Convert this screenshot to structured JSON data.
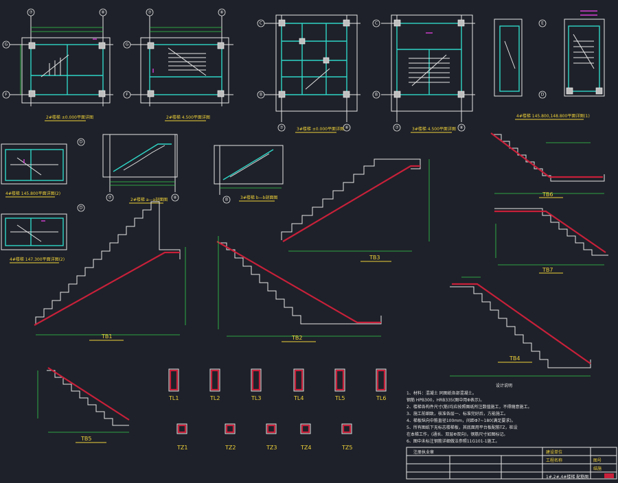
{
  "plans": [
    {
      "title": "2#楼梯 ±0.000平面详图",
      "axes": [
        "⑦",
        "⑧",
        "G",
        "F"
      ]
    },
    {
      "title": "2#楼梯 4.500平面详图",
      "axes": [
        "⑦",
        "⑧",
        "G",
        "F"
      ]
    },
    {
      "title": "3#楼梯 ±0.000平面详图",
      "axes": [
        "⑦",
        "⑧",
        "C",
        "B"
      ]
    },
    {
      "title": "3#楼梯 4.500平面详图",
      "axes": [
        "⑦",
        "⑧",
        "C",
        "B"
      ]
    },
    {
      "title": "4#楼梯 145.800,148.800平面详图(1)",
      "axes": [
        "E",
        "D"
      ]
    }
  ],
  "left_plans": [
    {
      "title": "4#楼梯 145.800平面详图(2)",
      "axis": "D"
    },
    {
      "title": "4#楼梯 147.300平面详图(2)",
      "axis": "D"
    }
  ],
  "sections": [
    {
      "title": "2#楼梯 a—a剖面图",
      "axes": [
        "⑦",
        "⑧"
      ]
    },
    {
      "title": "3#楼梯 b—b剖面图",
      "axes": [
        "B"
      ]
    }
  ],
  "stair_labels": [
    "TB1",
    "TB2",
    "TB3",
    "TB4",
    "TB5",
    "TB6",
    "TB7"
  ],
  "beam_labels": [
    "TL1",
    "TL2",
    "TL3",
    "TL4",
    "TL5",
    "TL6"
  ],
  "column_labels": [
    "TZ1",
    "TZ2",
    "TZ3",
    "TZ4",
    "TZ5"
  ],
  "notes_title": "设计说明",
  "notes": [
    "1、材料：混凝土  同图纸各部混凝土。",
    "   钢筋  HPB300，HRB335(图中用Φ表示)。",
    "2、楼梯各构件尺寸(筋)均应按照图纸所注数值施工，不得随意施工。",
    "3、施工前细致，核准各层一、标准完好后，方能施工。",
    "4、梯板纵向中筋直径100mm，间距Φ7~180(满足要求)。",
    "5、所有图纸下无标志楼梯板，其底面用平台板配筋TZ，桩设",
    "   在本梯工作，(通长、双层Φ双向)，钢筋尺寸如图标记。",
    "6、图中未标注钢筋详细做法参照11G101-1施工。"
  ],
  "title_block": {
    "stamp": "注册执业章",
    "row1": "建设单位",
    "row2": "工程名称",
    "drawing": "1#,2#,4#楼梯 配筋图",
    "no_label": "图号",
    "sheet_no": "结施"
  }
}
